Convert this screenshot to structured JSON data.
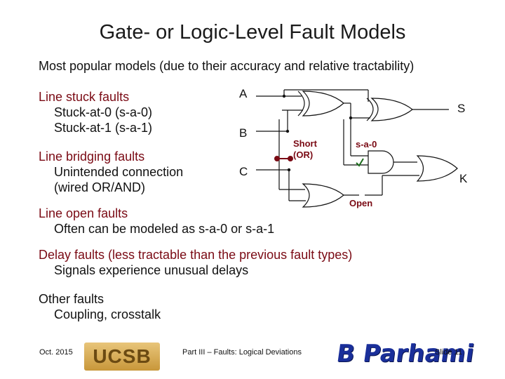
{
  "title": "Gate- or Logic-Level Fault Models",
  "intro": "Most popular models (due to their accuracy and relative tractability)",
  "stuck": {
    "heading": "Line stuck faults",
    "items": [
      "Stuck-at-0 (s-a-0)",
      "Stuck-at-1 (s-a-1)"
    ]
  },
  "bridging": {
    "heading": "Line bridging faults",
    "items": [
      "Unintended connection",
      "(wired OR/AND)"
    ]
  },
  "open_faults": {
    "heading": "Line open faults",
    "items": [
      "Often can be modeled as s-a-0 or s-a-1"
    ]
  },
  "delay": {
    "heading": "Delay faults (less tractable than the previous fault types)",
    "items": [
      "Signals experience unusual delays"
    ]
  },
  "other": {
    "heading": "Other faults",
    "items": [
      "Coupling, crosstalk"
    ]
  },
  "circuit": {
    "input_a": "A",
    "input_b": "B",
    "input_c": "C",
    "output_s": "S",
    "output_k": "K",
    "short_line1": "Short",
    "short_line2": "(OR)",
    "sa0": "s-a-0",
    "open": "Open"
  },
  "footer": {
    "date": "Oct. 2015",
    "logo_left": "UCSB",
    "center": "Part III – Faults: Logical Deviations",
    "logo_right": "B Parhami",
    "slide": "Slide 11"
  },
  "colors": {
    "heading_maroon": "#7a0a14",
    "circuit_blue": "#1a2f9a"
  }
}
